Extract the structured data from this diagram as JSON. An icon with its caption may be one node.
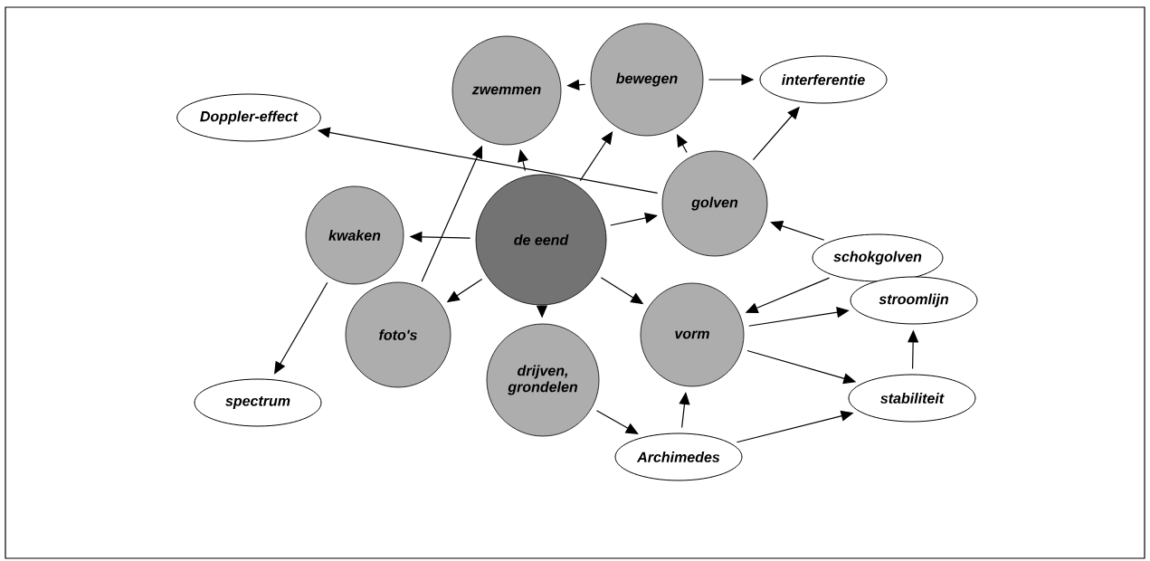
{
  "diagram": {
    "nodes": [
      {
        "text": [
          "zwemmen"
        ]
      },
      {
        "text": [
          "bewegen"
        ]
      },
      {
        "text": [
          "interferentie"
        ]
      },
      {
        "text": [
          "Doppler-effect"
        ]
      },
      {
        "text": [
          "kwaken"
        ]
      },
      {
        "text": [
          "de eend"
        ]
      },
      {
        "text": [
          "golven"
        ]
      },
      {
        "text": [
          "schokgolven"
        ]
      },
      {
        "text": [
          "foto's"
        ]
      },
      {
        "text": [
          "drijven, grondelen"
        ]
      },
      {
        "text": [
          "vorm"
        ]
      },
      {
        "text": [
          "stroomlijn"
        ]
      },
      {
        "text": [
          "spectrum"
        ]
      },
      {
        "text": [
          "stabiliteit"
        ]
      },
      {
        "text": [
          "Archimedes"
        ]
      }
    ],
    "edges": [
      {
        "from": 1,
        "to": 0,
        "arrow": "to"
      },
      {
        "from": 1,
        "to": 2,
        "arrow": "to"
      },
      {
        "from": 5,
        "to": 0,
        "arrow": "to"
      },
      {
        "from": 5,
        "to": 1,
        "arrow": "to"
      },
      {
        "from": 8,
        "to": 0,
        "arrow": "to"
      },
      {
        "from": 6,
        "to": 3,
        "arrow": "to"
      },
      {
        "from": 6,
        "to": 1,
        "arrow": "to"
      },
      {
        "from": 6,
        "to": 2,
        "arrow": "to"
      },
      {
        "from": 5,
        "to": 6,
        "arrow": "to"
      },
      {
        "from": 7,
        "to": 6,
        "arrow": "to"
      },
      {
        "from": 5,
        "to": 4,
        "arrow": "to"
      },
      {
        "from": 4,
        "to": 12,
        "arrow": "to"
      },
      {
        "from": 5,
        "to": 8,
        "arrow": "to"
      },
      {
        "from": 5,
        "to": 9,
        "arrow": "to"
      },
      {
        "from": 5,
        "to": 10,
        "arrow": "to"
      },
      {
        "from": 7,
        "to": 10,
        "arrow": "to"
      },
      {
        "from": 10,
        "to": 11,
        "arrow": "to"
      },
      {
        "from": 10,
        "to": 13,
        "arrow": "to"
      },
      {
        "from": 9,
        "to": 14,
        "arrow": "to"
      },
      {
        "from": 14,
        "to": 10,
        "arrow": "to"
      },
      {
        "from": 14,
        "to": 13,
        "arrow": "to"
      },
      {
        "from": 13,
        "to": 11,
        "arrow": "to"
      }
    ]
  }
}
